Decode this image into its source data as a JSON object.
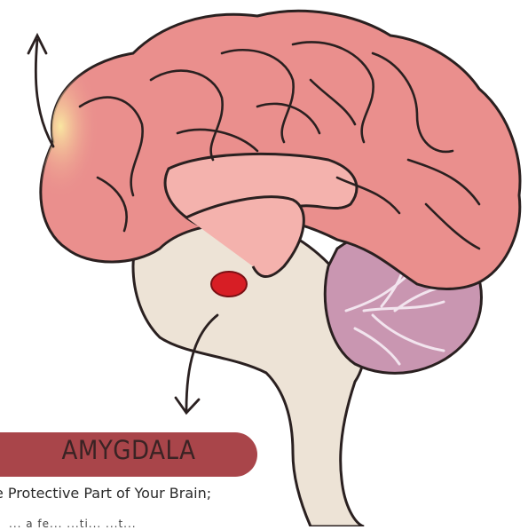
{
  "label": {
    "title": "AMYGDALA",
    "description": "e Protective Part of Your Brain;",
    "description_cutoff": "... a fe... ...ti... ...t..."
  },
  "colors": {
    "cortex": "#ea8f8d",
    "cortex_outline": "#2a2020",
    "prefrontal_highlight": "#f7dc9a",
    "limbic": "#f4b2ad",
    "brainstem": "#ede3d6",
    "cerebellum": "#c996b1",
    "amygdala": "#d71e25",
    "banner": "#a9454a"
  }
}
